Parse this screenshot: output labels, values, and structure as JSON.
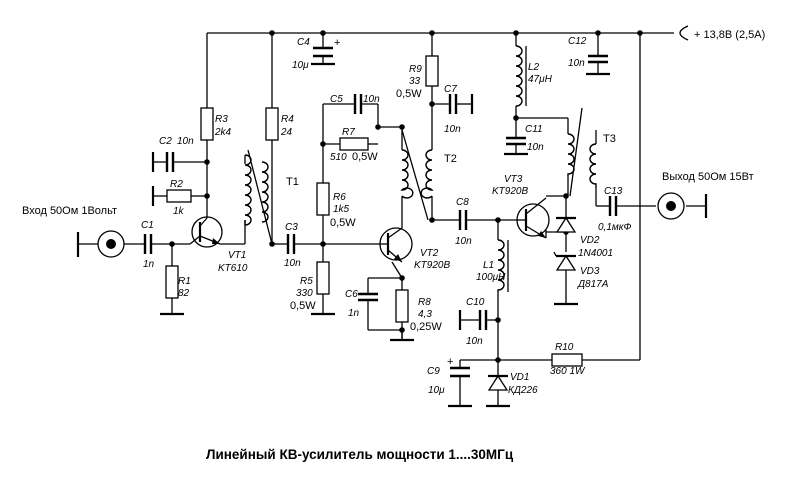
{
  "title": "Линейный КВ-усилитель мощности 1....30МГц",
  "input_label": "Вход 50Ом 1Вольт",
  "output_label": "Выход 50Ом 15Вт",
  "power_label": "+ 13,8В (2,5А)",
  "components": {
    "C1": {
      "name": "C1",
      "value": "1n"
    },
    "C2": {
      "name": "C2",
      "value": "10n"
    },
    "C3": {
      "name": "C3",
      "value": "10n"
    },
    "C4": {
      "name": "C4",
      "value": "10μ"
    },
    "C5": {
      "name": "C5",
      "value": "10n"
    },
    "C6": {
      "name": "C6",
      "value": "1n"
    },
    "C7": {
      "name": "C7",
      "value": "10n"
    },
    "C8": {
      "name": "C8",
      "value": "10n"
    },
    "C9": {
      "name": "C9",
      "value": "10μ"
    },
    "C10": {
      "name": "C10",
      "value": "10n"
    },
    "C11": {
      "name": "C11",
      "value": "10n"
    },
    "C12": {
      "name": "C12",
      "value": "10n"
    },
    "C13": {
      "name": "C13",
      "value": "0,1мкФ"
    },
    "R1": {
      "name": "R1",
      "value": "82"
    },
    "R2": {
      "name": "R2",
      "value": "1k"
    },
    "R3": {
      "name": "R3",
      "value": "2k4"
    },
    "R4": {
      "name": "R4",
      "value": "24"
    },
    "R5": {
      "name": "R5",
      "value": "330",
      "power": "0,5W"
    },
    "R6": {
      "name": "R6",
      "value": "1k5",
      "power": "0,5W"
    },
    "R7": {
      "name": "R7",
      "value": "510",
      "power": "0,5W"
    },
    "R8": {
      "name": "R8",
      "value": "4,3",
      "power": "0,25W"
    },
    "R9": {
      "name": "R9",
      "value": "33",
      "power": "0,5W"
    },
    "R10": {
      "name": "R10",
      "value": "360 1W"
    },
    "L1": {
      "name": "L1",
      "value": "100μH"
    },
    "L2": {
      "name": "L2",
      "value": "47μH"
    },
    "T1": {
      "name": "T1"
    },
    "T2": {
      "name": "T2"
    },
    "T3": {
      "name": "T3"
    },
    "VT1": {
      "name": "VT1",
      "type": "KT610"
    },
    "VT2": {
      "name": "VT2",
      "type": "KT920B"
    },
    "VT3": {
      "name": "VT3",
      "type": "KT920B"
    },
    "VD1": {
      "name": "VD1",
      "type": "КД226"
    },
    "VD2": {
      "name": "VD2",
      "type": "1N4001"
    },
    "VD3": {
      "name": "VD3",
      "type": "Д817А"
    },
    "C4_polarity": "+",
    "C9_polarity": "+"
  }
}
